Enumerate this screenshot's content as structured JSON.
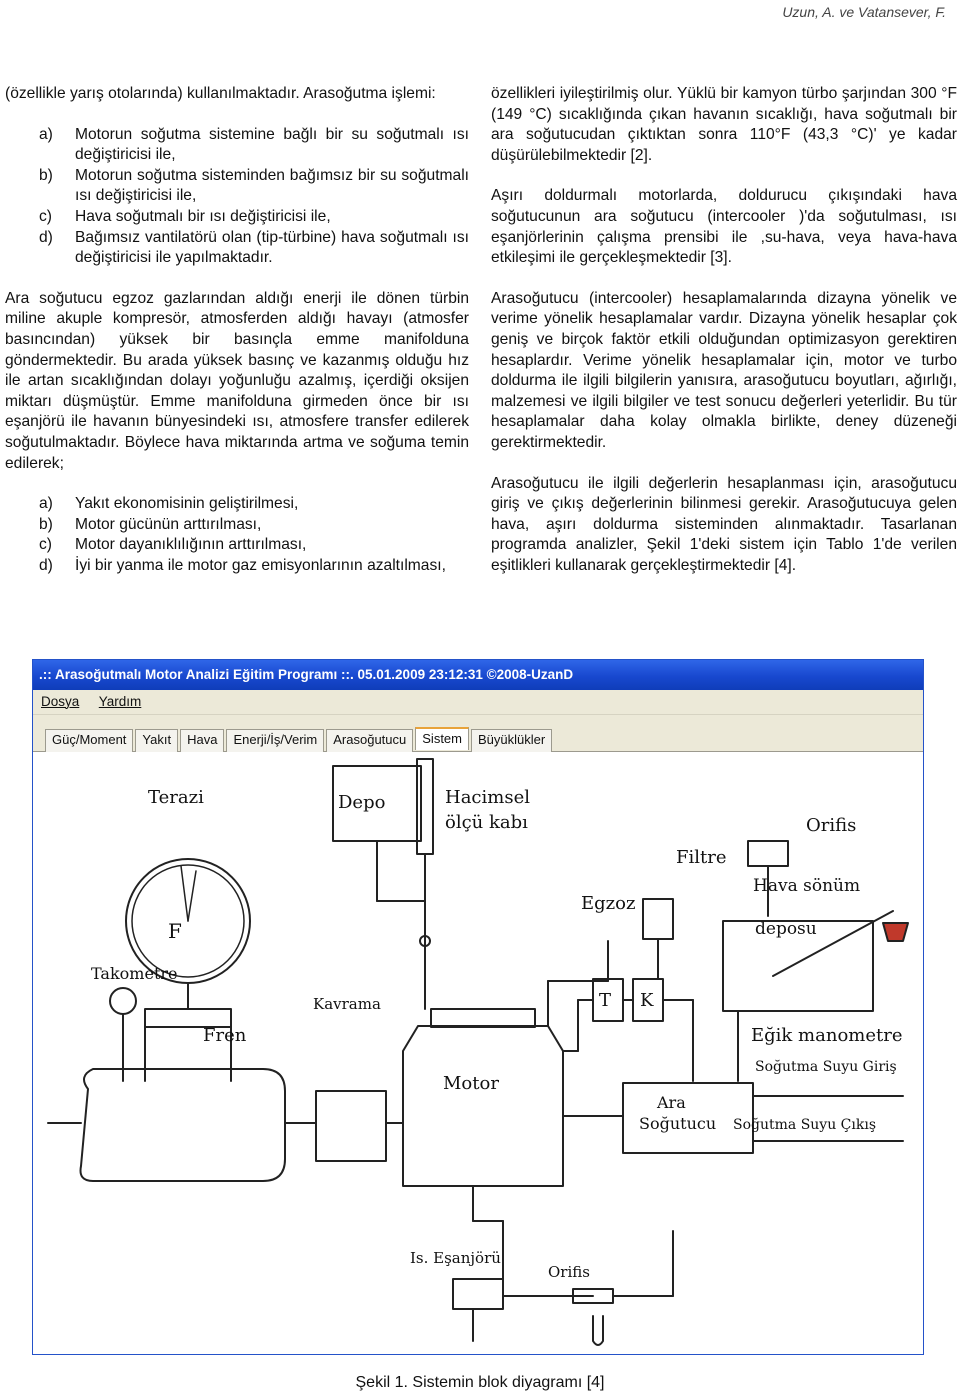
{
  "header": {
    "running_head": "Uzun, A. ve Vatansever, F."
  },
  "left_column": {
    "intro": "(özellikle yarış otolarında) kullanılmaktadır. Arasoğutma işlemi:",
    "list1": [
      {
        "mark": "a)",
        "text": "Motorun soğutma sistemine bağlı bir su soğutmalı ısı değiştiricisi ile,"
      },
      {
        "mark": "b)",
        "text": "Motorun soğutma sisteminden bağımsız bir su soğutmalı ısı değiştiricisi ile,"
      },
      {
        "mark": "c)",
        "text": "Hava soğutmalı bir ısı değiştiricisi ile,"
      },
      {
        "mark": "d)",
        "text": "Bağımsız vantilatörü olan (tip-türbine) hava soğutmalı ısı değiştiricisi ile yapılmaktadır."
      }
    ],
    "para": "Ara soğutucu egzoz gazlarından aldığı enerji ile dönen türbin miline akuple kompresör, atmosferden aldığı havayı (atmosfer basıncından) yüksek bir basınçla emme manifolduna göndermektedir. Bu arada yüksek basınç ve kazanmış olduğu hız ile artan sıcaklığından dolayı yoğunluğu azalmış, içerdiği oksijen miktarı düşmüştür. Emme manifolduna girmeden önce bir ısı eşanjörü ile havanın bünyesindeki ısı, atmosfere transfer edilerek soğutulmaktadır. Böylece hava miktarında artma ve soğuma temin edilerek;",
    "list2": [
      {
        "mark": "a)",
        "text": "Yakıt ekonomisinin geliştirilmesi,"
      },
      {
        "mark": "b)",
        "text": "Motor gücünün arttırılması,"
      },
      {
        "mark": "c)",
        "text": "Motor dayanıklılığının arttırılması,"
      },
      {
        "mark": "d)",
        "text": "İyi bir yanma ile motor gaz emisyonlarının azaltılması,"
      }
    ]
  },
  "right_column": {
    "p1": "özellikleri iyileştirilmiş olur. Yüklü bir kamyon türbo şarjından 300 °F (149 °C) sıcaklığında çıkan havanın sıcaklığı, hava soğutmalı bir ara soğutucudan çıktıktan sonra 110°F (43,3 °C)' ye kadar düşürülebilmektedir [2].",
    "p2": "Aşırı doldurmalı motorlarda, doldurucu çıkışındaki hava soğutucunun ara soğutucu (intercooler )'da soğutulması, ısı eşanjörlerinin çalışma prensibi ile ,su-hava, veya hava-hava etkileşimi ile gerçekleşmektedir [3].",
    "p3": "Arasoğutucu (intercooler) hesaplamalarında dizayna yönelik ve verime yönelik hesaplamalar vardır. Dizayna yönelik hesaplar çok geniş ve birçok faktör etkili olduğundan optimizasyon gerektiren hesaplardır. Verime yönelik hesaplamalar için, motor ve turbo doldurma ile ilgili bilgilerin yanısıra, arasoğutucu boyutları, ağırlığı, malzemesi ve ilgili bilgiler ve test sonucu değerleri yeterlidir. Bu tür hesaplamalar daha kolay olmakla birlikte, deney düzeneği gerektirmektedir.",
    "p4": "Arasoğutucu ile ilgili değerlerin hesaplanması için, arasoğutucu giriş ve çıkış değerlerinin bilinmesi gerekir. Arasoğutucuya gelen hava, aşırı doldurma sisteminden alınmaktadır. Tasarlanan programda analizler, Şekil 1'deki sistem için Tablo 1'de verilen eşitlikleri kullanarak gerçekleştirmektedir [4]."
  },
  "app": {
    "title": ".:: Arasoğutmalı Motor Analizi Eğitim Programı ::.   05.01.2009   23:12:31   ©2008-UzanD",
    "menu": [
      "Dosya",
      "Yardım"
    ],
    "tabs": [
      "Güç/Moment",
      "Yakıt",
      "Hava",
      "Enerji/İş/Verim",
      "Arasoğutucu",
      "Sistem",
      "Büyüklükler"
    ],
    "active_tab": "Sistem",
    "diagram_labels": {
      "terazi": "Terazi",
      "depo": "Depo",
      "hacimsel": "Hacimsel",
      "olcu": "ölçü kabı",
      "orifis_top": "Orifis",
      "filtre": "Filtre",
      "egzoz": "Egzoz",
      "hava_sonum": "Hava sönüm",
      "deposu": "deposu",
      "f": "F",
      "t": "T",
      "k": "K",
      "takometre": "Takometre",
      "kavrama": "Kavrama",
      "fren": "Fren",
      "motor": "Motor",
      "egik": "Eğik  manometre",
      "sogutma_giris": "Soğutma Suyu Giriş",
      "ara": "Ara",
      "sogutucu": "Soğutucu",
      "sogutma_cikis": "Soğutma Suyu Çıkış",
      "is_esanjoru": "Is. Eşanjörü",
      "orifis_bottom": "Orifis"
    }
  },
  "caption": "Şekil 1. Sistemin blok diyagramı [4]"
}
